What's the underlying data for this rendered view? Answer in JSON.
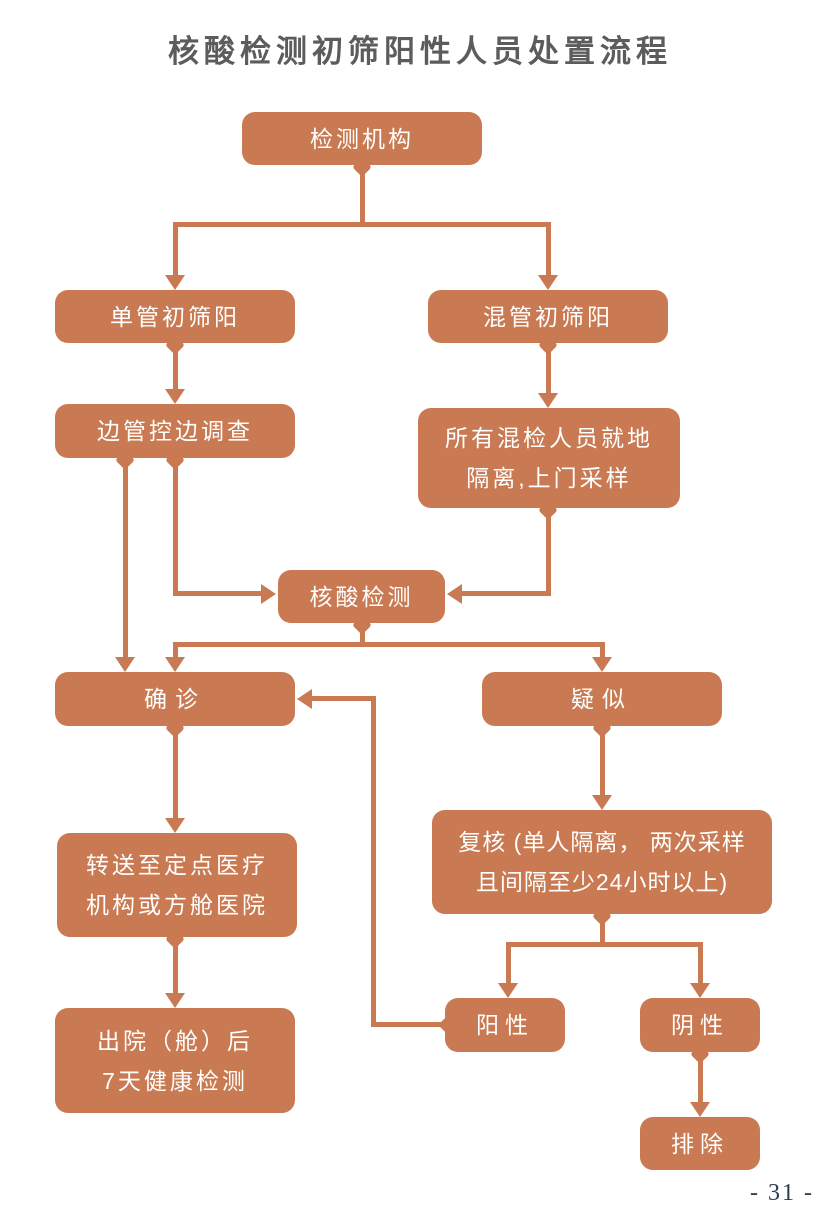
{
  "title": "核酸检测初筛阳性人员处置流程",
  "page_number": "- 31 -",
  "colors": {
    "node_fill": "#c97a52",
    "node_text": "#ffffff",
    "title_text": "#5d5b5b",
    "page_number_text": "#2f3c50"
  },
  "nodes": {
    "testing_org": {
      "label": "检测机构"
    },
    "single_tube": {
      "label": "单管初筛阳"
    },
    "mixed_tube": {
      "label": "混管初筛阳"
    },
    "control_investigate": {
      "label": "边管控边调查"
    },
    "quarantine_sampling": {
      "line1": "所有混检人员就地",
      "line2": "隔离,上门采样"
    },
    "nucleic_test": {
      "label": "核酸检测"
    },
    "confirmed": {
      "label": "确诊"
    },
    "suspected": {
      "label": "疑似"
    },
    "transfer": {
      "line1": "转送至定点医疗",
      "line2": "机构或方舱医院"
    },
    "recheck": {
      "line1": "复核 (单人隔离， 两次采样",
      "line2": "且间隔至少24小时以上)"
    },
    "discharge": {
      "line1": "出院（舱）后",
      "line2": "7天健康检测"
    },
    "positive": {
      "label": "阳性"
    },
    "negative": {
      "label": "阴性"
    },
    "excluded": {
      "label": "排除"
    }
  }
}
